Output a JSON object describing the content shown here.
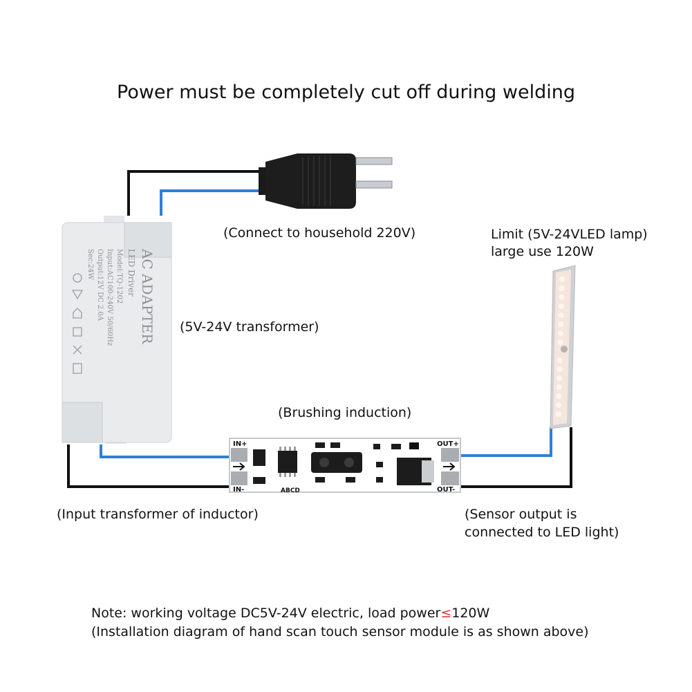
{
  "title": "Power must be completely cut off during welding",
  "labels": {
    "household": "(Connect to household 220V)",
    "lamp_line1": "Limit (5V-24VLED lamp)",
    "lamp_line2": "large use 120W",
    "transformer": "(5V-24V transformer)",
    "brushing": "(Brushing induction)",
    "input": "(Input transformer of inductor)",
    "sensor_line1": "(Sensor output is",
    "sensor_line2": "connected to LED light)"
  },
  "note": {
    "line1_prefix": "Note: working voltage DC5V-24V electric, load power",
    "line1_symbol": "≤",
    "line1_suffix": "120W",
    "line2": "(Installation diagram of hand scan touch sensor module is as shown above)"
  },
  "adapter_text": {
    "title": "AC ADAPTER",
    "subtitle": "LED Driver",
    "model": "Model:TQ-1202",
    "input": "Input:AC100-240V 50/60Hz",
    "output": "Output:12V DC 2.0A",
    "sec": "Sec:24W"
  },
  "module_text": {
    "in_plus": "IN+",
    "in_minus": "IN-",
    "out_plus": "OUT+",
    "out_minus": "OUT-",
    "pins": "ABCD"
  },
  "colors": {
    "wire_black": "#111111",
    "wire_blue": "#2f7fd8",
    "symbol_red": "#e23b3b"
  }
}
